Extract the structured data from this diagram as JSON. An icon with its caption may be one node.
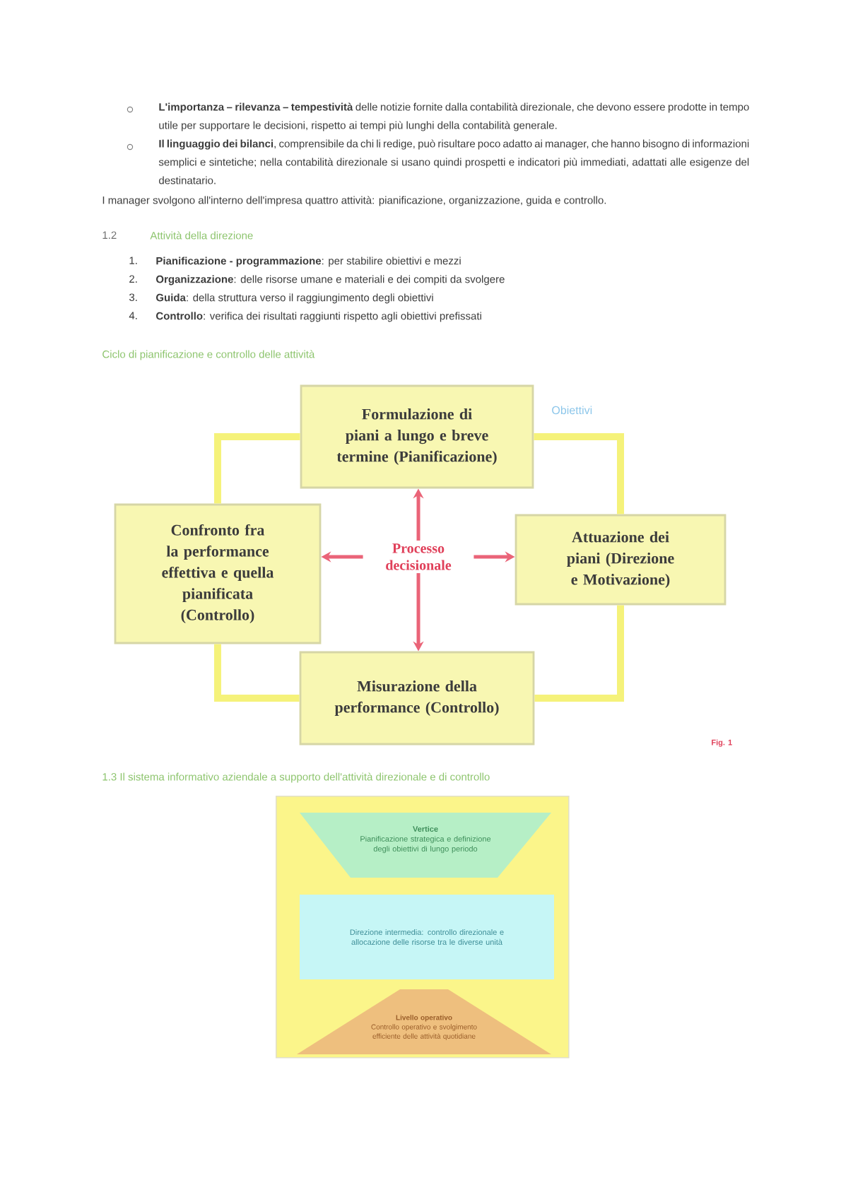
{
  "diagram": {
    "nodes": [
      {
        "text": [
          "Formulazione di piani a lungo e breve termine (Pianificazione)"
        ]
      },
      {
        "text": [
          "Confronto fra la performance effettiva e quella pianificata (Controllo)"
        ]
      },
      {
        "text": [
          "Processo decisionale"
        ]
      },
      {
        "text": [
          "Attuazione dei piani (Direzione e Motivazione)"
        ]
      },
      {
        "text": [
          "Misurazione della performance (Controllo)"
        ]
      },
      {
        "text": [],
        "shape": "box"
      },
      {
        "text": [
          "Vertice",
          "Pianificazione strategica e definizione degli obiettivi di lungo periodo"
        ],
        "in": 5
      },
      {
        "text": [
          "Direzione intermedia: controllo direzionale e allocazione delle risorse tra le diverse unità"
        ],
        "in": 5
      },
      {
        "text": [
          "Livello operativo",
          "Controllo operativo e svolgimento efficiente delle attività quotidiane"
        ],
        "in": 5
      }
    ],
    "edges": [
      {
        "from": 0,
        "to": 3,
        "arrow": "none",
        "style": "thick",
        "color": "#f5f27a"
      },
      {
        "from": 3,
        "to": 4,
        "arrow": "none",
        "style": "thick",
        "color": "#f5f27a"
      },
      {
        "from": 4,
        "to": 1,
        "arrow": "none",
        "style": "thick",
        "color": "#f5f27a"
      },
      {
        "from": 1,
        "to": 0,
        "arrow": "none",
        "style": "thick",
        "color": "#f5f27a"
      },
      {
        "from": 2,
        "to": 0,
        "arrow": "to",
        "color": "#ea6478"
      },
      {
        "from": 2,
        "to": 1,
        "arrow": "to",
        "color": "#ea6478"
      },
      {
        "from": 2,
        "to": 3,
        "arrow": "to",
        "color": "#ea6478"
      },
      {
        "from": 2,
        "to": 4,
        "arrow": "to",
        "color": "#ea6478"
      }
    ],
    "labels": [
      "**L'importanza – rilevanza – tempestività** delle notizie fornite dalla contabilità direzionale, che devono essere prodotte in tempo utile per supportare le decisioni, rispetto ai tempi più lunghi della contabilità generale.",
      "**Il linguaggio dei bilanci**, comprensibile da chi li redige, può risultare poco adatto ai manager, che hanno bisogno di informazioni semplici e sintetiche; nella contabilità direzionale si usano quindi prospetti e indicatori più immediati, adattati alle esigenze del destinatario.",
      "I manager svolgono all'interno dell'impresa quattro attività: pianificazione, organizzazione, guida e controllo.",
      "1.2",
      "Attività della direzione",
      "1.",
      "**Pianificazione - programmazione**: per stabilire obiettivi e mezzi",
      "2.",
      "**Organizzazione**: delle risorse umane e materiali e dei compiti da svolgere",
      "3.",
      "**Guida**: della struttura verso il raggiungimento degli obiettivi",
      "4.",
      "**Controllo**: verifica dei risultati raggiunti rispetto agli obiettivi prefissati",
      "Ciclo di pianificazione e controllo delle attività",
      "Obiettivi",
      "Fig. 1",
      "1.3 Il sistema informativo aziendale a supporto dell'attività direzionale e di controllo"
    ]
  }
}
